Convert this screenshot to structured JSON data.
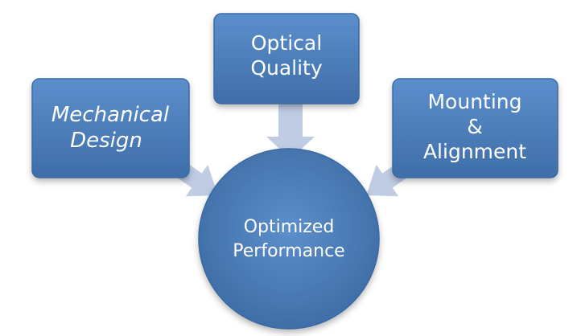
{
  "diagram": {
    "colors": {
      "box_fill": "#4f81bd",
      "box_fill_light": "#5b8fcc",
      "box_fill_dark": "#3f6ea8",
      "box_border": "#3a6aa0",
      "arrow_fill": "#bcc9e2",
      "text": "#ffffff"
    },
    "nodes": {
      "optical_quality": {
        "lines": [
          "Optical",
          "Quality"
        ]
      },
      "mechanical_design": {
        "lines": [
          "Mechanical",
          "Design"
        ]
      },
      "mounting_alignment": {
        "lines": [
          "Mounting",
          "&",
          "Alignment"
        ]
      },
      "optimized_performance": {
        "lines": [
          "Optimized",
          "Performance"
        ]
      }
    },
    "arrows": [
      {
        "from": "optical_quality",
        "to": "optimized_performance"
      },
      {
        "from": "mechanical_design",
        "to": "optimized_performance"
      },
      {
        "from": "mounting_alignment",
        "to": "optimized_performance"
      }
    ]
  }
}
